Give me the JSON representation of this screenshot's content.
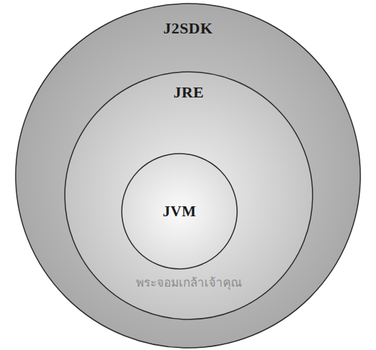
{
  "diagram": {
    "nodes": [
      {
        "text": [
          "J2SDK"
        ]
      },
      {
        "text": [
          "JRE"
        ],
        "in": 0
      },
      {
        "text": [
          "JVM"
        ],
        "in": 1
      }
    ],
    "labels": [
      "พระจอมเกล้าเจ้าคุณ"
    ]
  }
}
